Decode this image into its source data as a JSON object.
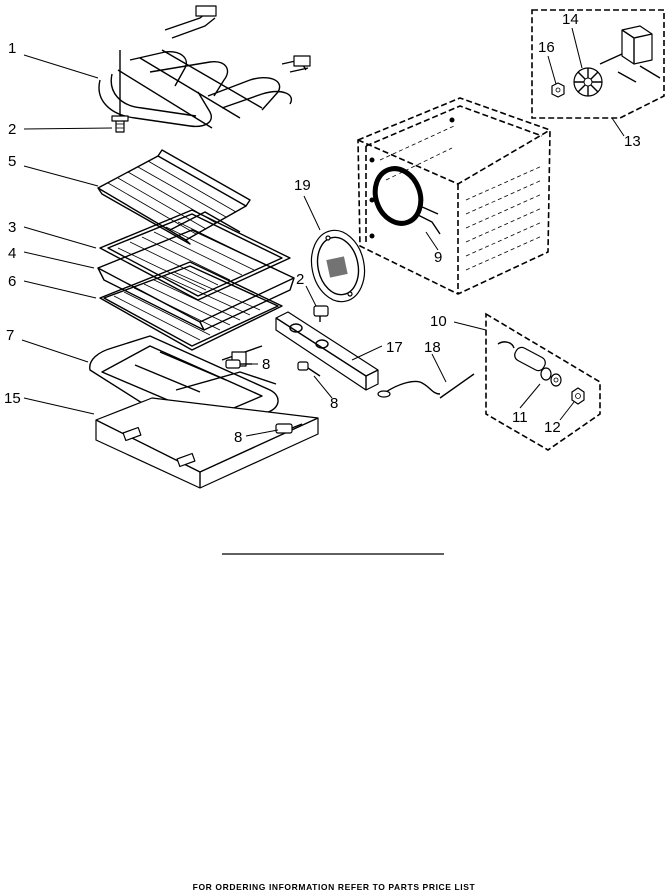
{
  "callouts": {
    "c1": "1",
    "c2a": "2",
    "c2b": "2",
    "c3": "3",
    "c4": "4",
    "c5": "5",
    "c6": "6",
    "c7": "7",
    "c8a": "8",
    "c8b": "8",
    "c8c": "8",
    "c9": "9",
    "c10": "10",
    "c11": "11",
    "c12": "12",
    "c13": "13",
    "c14": "14",
    "c15": "15",
    "c16": "16",
    "c17": "17",
    "c18": "18",
    "c19": "19"
  },
  "footer": "FOR ORDERING INFORMATION REFER TO PARTS PRICE LIST"
}
